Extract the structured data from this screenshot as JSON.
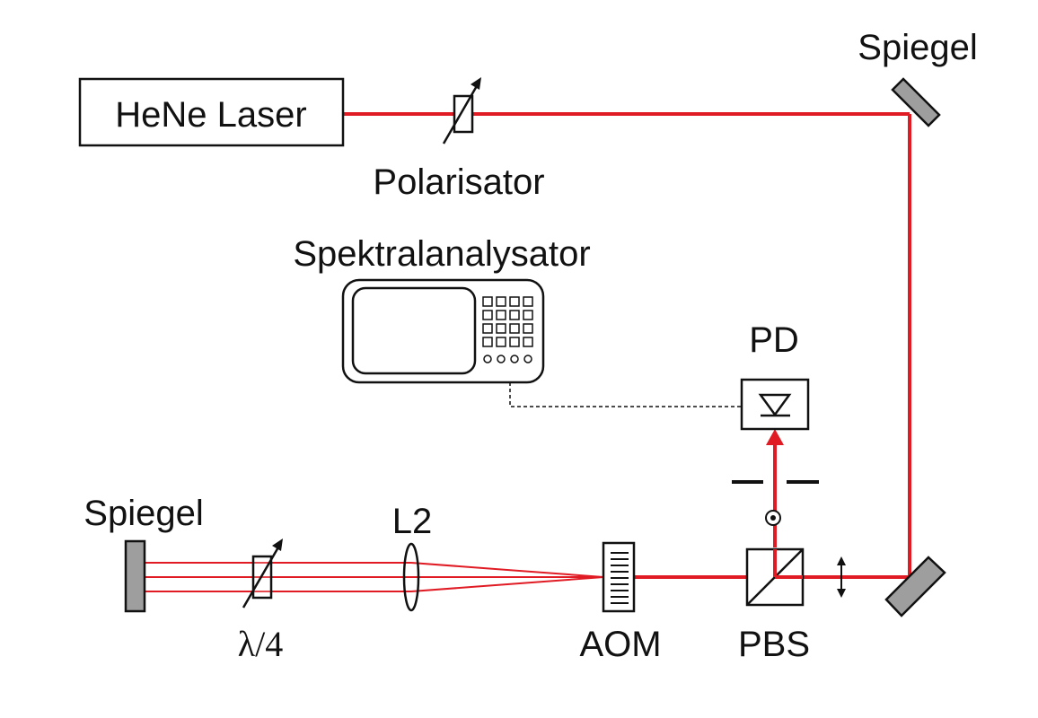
{
  "diagram": {
    "labels": {
      "laser": "HeNe Laser",
      "polarizer": "Polarisator",
      "mirror_top": "Spiegel",
      "spectrum_analyzer": "Spektralanalysator",
      "photodiode": "PD",
      "mirror_left": "Spiegel",
      "lens": "L2",
      "quarter_wave": "λ/4",
      "aom": "AOM",
      "pbs": "PBS"
    },
    "colors": {
      "beam": "#e01b24",
      "stroke": "#111111",
      "mirror_fill": "#9e9e9e"
    }
  }
}
